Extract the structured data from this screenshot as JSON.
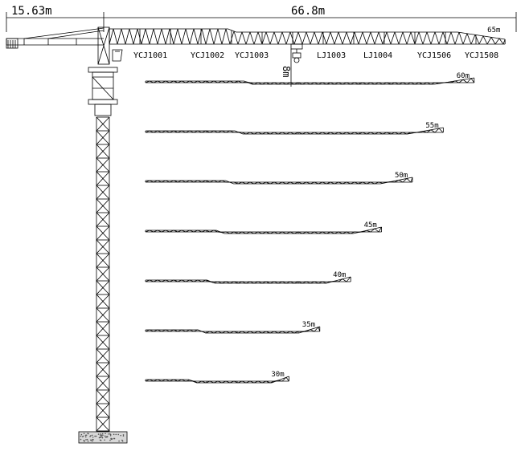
{
  "dimensions": {
    "counter_jib": "15.63m",
    "jib": "66.8m",
    "height": "8m"
  },
  "segments": [
    "YCJ1001",
    "YCJ1002",
    "YCJ1003",
    "LJ1003",
    "LJ1004",
    "YCJ1506",
    "YCJ1508"
  ],
  "jib_configs": [
    {
      "length_m": 65,
      "label": "65m"
    },
    {
      "length_m": 60,
      "label": "60m"
    },
    {
      "length_m": 55,
      "label": "55m"
    },
    {
      "length_m": 50,
      "label": "50m"
    },
    {
      "length_m": 45,
      "label": "45m"
    },
    {
      "length_m": 40,
      "label": "40m"
    },
    {
      "length_m": 35,
      "label": "35m"
    },
    {
      "length_m": 30,
      "label": "30m"
    }
  ],
  "colors": {
    "line": "#000000",
    "background": "#ffffff"
  }
}
